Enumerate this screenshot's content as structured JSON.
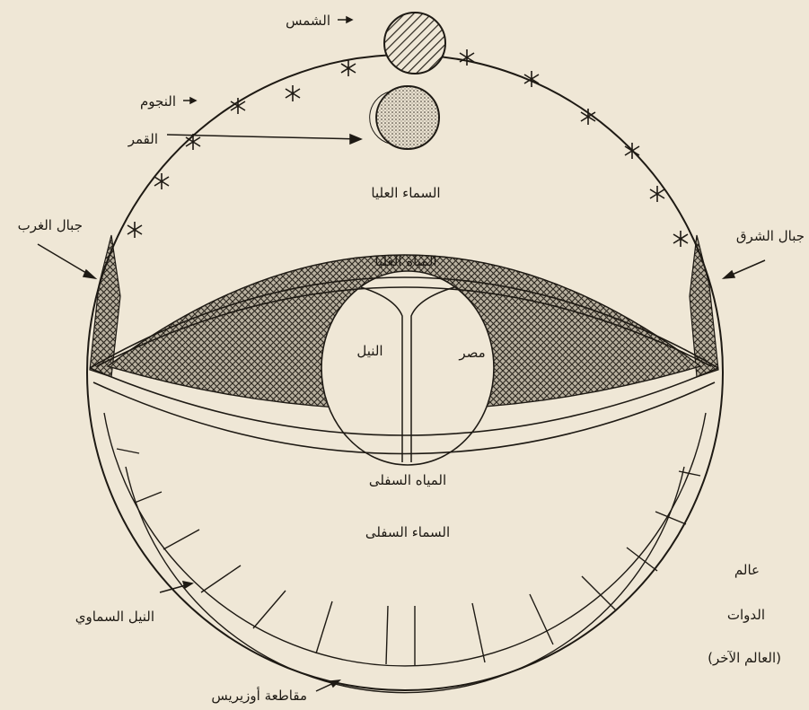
{
  "labels": {
    "sun": "الشمس",
    "stars": "النجوم",
    "moon": "القمر",
    "upper_sky": "السماء العليا",
    "western_mountains": "جبال الغرب",
    "eastern_mountains": "جبال الشرق",
    "upper_waters": "المياه العليا",
    "egypt": "مصر",
    "nile": "النيل",
    "lower_waters": "المياه السفلى",
    "lower_sky": "السماء السفلى",
    "celestial_nile": "النيل السماوي",
    "duat_line1": "عالم",
    "duat_line2": "الدوات",
    "duat_line3": "(العالم الآخر)",
    "osiris_provinces": "مقاطعة أوزيريس"
  },
  "colors": {
    "background": "#efe7d6",
    "ink": "#1e1a14"
  }
}
